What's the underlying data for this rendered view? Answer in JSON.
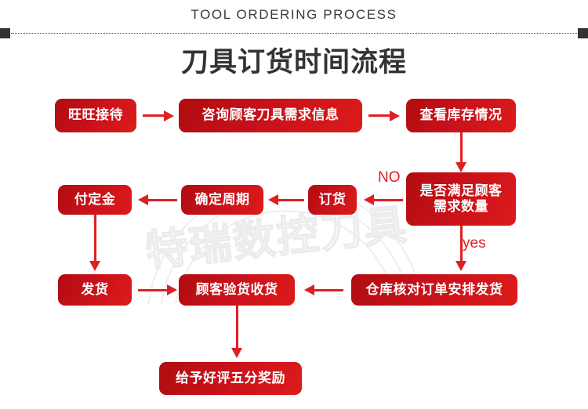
{
  "header": {
    "english_title": "TOOL ORDERING PROCESS",
    "chinese_title": "刀具订货时间流程"
  },
  "watermark": {
    "text": "特瑞数控刀具"
  },
  "flow": {
    "nodes": [
      {
        "id": "node-wangwang",
        "label": "旺旺接待"
      },
      {
        "id": "node-consult",
        "label": "咨询顾客刀具需求信息"
      },
      {
        "id": "node-stock",
        "label": "查看库存情况"
      },
      {
        "id": "node-decision",
        "label": "是否满足顾客\n需求数量"
      },
      {
        "id": "node-order",
        "label": "订货"
      },
      {
        "id": "node-cycle",
        "label": "确定周期"
      },
      {
        "id": "node-deposit",
        "label": "付定金"
      },
      {
        "id": "node-ship",
        "label": "发货"
      },
      {
        "id": "node-receive",
        "label": "顾客验货收货"
      },
      {
        "id": "node-warehouse",
        "label": "仓库核对订单安排发货"
      },
      {
        "id": "node-review",
        "label": "给予好评五分奖励"
      }
    ],
    "edge_labels": {
      "no": "NO",
      "yes": "yes"
    }
  },
  "colors": {
    "box_red_dark": "#b00d10",
    "box_red_mid": "#c6111a",
    "box_red_light": "#dd1b1b",
    "arrow_red": "#e01f22",
    "title_gray": "#333333",
    "divider_cap": "#333333",
    "background": "#ffffff"
  }
}
